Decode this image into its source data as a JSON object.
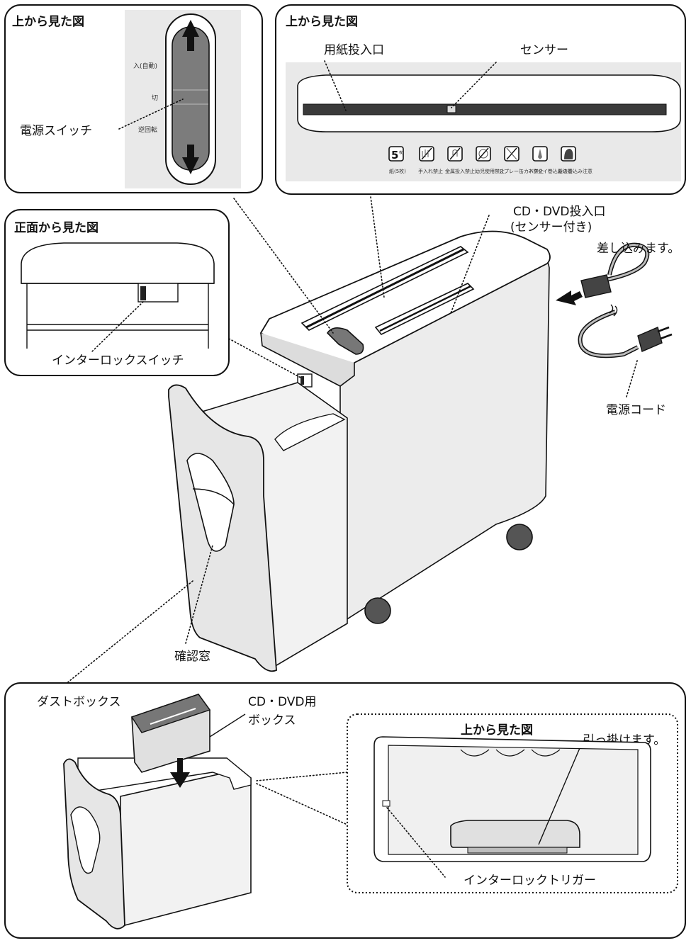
{
  "panels": {
    "top_switch": {
      "title": "上から見た図",
      "positions": [
        "入(自動)",
        "切",
        "逆回転"
      ]
    },
    "top_slot": {
      "title": "上から見た図"
    },
    "front": {
      "title": "正面から見た図"
    },
    "dustbox_top": {
      "title": "上から見た図"
    }
  },
  "labels": {
    "power_switch": "電源スイッチ",
    "paper_slot": "用紙投入口",
    "sensor": "センサー",
    "cd_slot_line1": "CD・DVD投入口",
    "cd_slot_line2": "(センサー付き)",
    "plug_in": "差し込みます。",
    "power_cord": "電源コード",
    "interlock_switch": "インターロックスイッチ",
    "window": "確認窓",
    "dust_box": "ダストボックス",
    "cd_box_line1": "CD・DVD用",
    "cd_box_line2": "ボックス",
    "hook": "引っ掛けます。",
    "interlock_trigger": "インターロックトリガー",
    "capacity": "5",
    "capacity_unit": "枚"
  },
  "warning_icons": [
    {
      "icon": "capacity-icon",
      "caption": "紙(5枚)"
    },
    {
      "icon": "no-hand-icon",
      "caption": "手入れ禁止"
    },
    {
      "icon": "no-clip-icon",
      "caption": "金属投入禁止"
    },
    {
      "icon": "no-child-icon",
      "caption": "幼児使用禁止"
    },
    {
      "icon": "no-spray-icon",
      "caption": "スプレー缶カバ禁止"
    },
    {
      "icon": "no-tie-icon",
      "caption": "ネクタイ巻込み注意"
    },
    {
      "icon": "no-hair-icon",
      "caption": "髪の巻込み注意"
    }
  ],
  "colors": {
    "line": "#111111",
    "panel_bg": "#e9e9e9",
    "switch_dark": "#777777",
    "body": "#ececec"
  }
}
